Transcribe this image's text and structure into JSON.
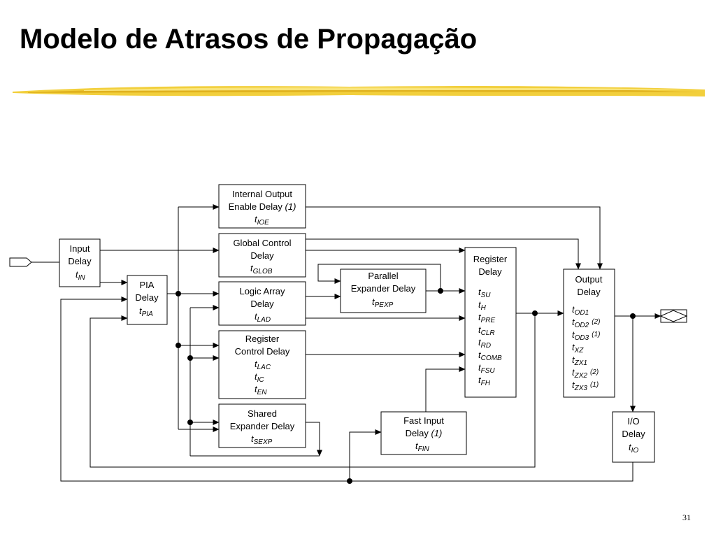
{
  "slide": {
    "title": "Modelo de Atrasos de Propagação",
    "page_number": "31"
  },
  "blocks": {
    "input_delay": {
      "line1": "Input",
      "line2": "Delay",
      "param": {
        "t": "t",
        "sub": "IN"
      }
    },
    "pia_delay": {
      "line1": "PIA",
      "line2": "Delay",
      "param": {
        "t": "t",
        "sub": "PIA"
      }
    },
    "internal_output_enable": {
      "line1": "Internal Output",
      "line2": "Enable Delay",
      "note": "(1)",
      "param": {
        "t": "t",
        "sub": "IOE"
      }
    },
    "global_control": {
      "line1": "Global Control",
      "line2": "Delay",
      "param": {
        "t": "t",
        "sub": "GLOB"
      }
    },
    "logic_array": {
      "line1": "Logic Array",
      "line2": "Delay",
      "param": {
        "t": "t",
        "sub": "LAD"
      }
    },
    "register_control": {
      "line1": "Register",
      "line2": "Control Delay",
      "params": [
        {
          "t": "t",
          "sub": "LAC"
        },
        {
          "t": "t",
          "sub": "IC"
        },
        {
          "t": "t",
          "sub": "EN"
        }
      ]
    },
    "shared_expander": {
      "line1": "Shared",
      "line2": "Expander Delay",
      "param": {
        "t": "t",
        "sub": "SEXP"
      }
    },
    "parallel_expander": {
      "line1": "Parallel",
      "line2": "Expander Delay",
      "param": {
        "t": "t",
        "sub": "PEXP"
      }
    },
    "fast_input": {
      "line1": "Fast Input",
      "line2": "Delay",
      "note": "(1)",
      "param": {
        "t": "t",
        "sub": "FIN"
      }
    },
    "register_delay": {
      "line1": "Register",
      "line2": "Delay",
      "params": [
        {
          "t": "t",
          "sub": "SU"
        },
        {
          "t": "t",
          "sub": "H"
        },
        {
          "t": "t",
          "sub": "PRE"
        },
        {
          "t": "t",
          "sub": "CLR"
        },
        {
          "t": "t",
          "sub": "RD"
        },
        {
          "t": "t",
          "sub": "COMB"
        },
        {
          "t": "t",
          "sub": "FSU"
        },
        {
          "t": "t",
          "sub": "FH"
        }
      ]
    },
    "output_delay": {
      "line1": "Output",
      "line2": "Delay",
      "params": [
        {
          "t": "t",
          "sub": "OD1",
          "note": ""
        },
        {
          "t": "t",
          "sub": "OD2",
          "note": "(2)"
        },
        {
          "t": "t",
          "sub": "OD3",
          "note": "(1)"
        },
        {
          "t": "t",
          "sub": "XZ",
          "note": ""
        },
        {
          "t": "t",
          "sub": "ZX1",
          "note": ""
        },
        {
          "t": "t",
          "sub": "ZX2",
          "note": "(2)"
        },
        {
          "t": "t",
          "sub": "ZX3",
          "note": "(1)"
        }
      ]
    },
    "io_delay": {
      "line1": "I/O",
      "line2": "Delay",
      "param": {
        "t": "t",
        "sub": "IO"
      }
    }
  },
  "colors": {
    "swoosh_main": "#f2cf3c",
    "swoosh_dark": "#e0b21e",
    "swoosh_light": "#f9e47a",
    "ink": "#000000"
  }
}
